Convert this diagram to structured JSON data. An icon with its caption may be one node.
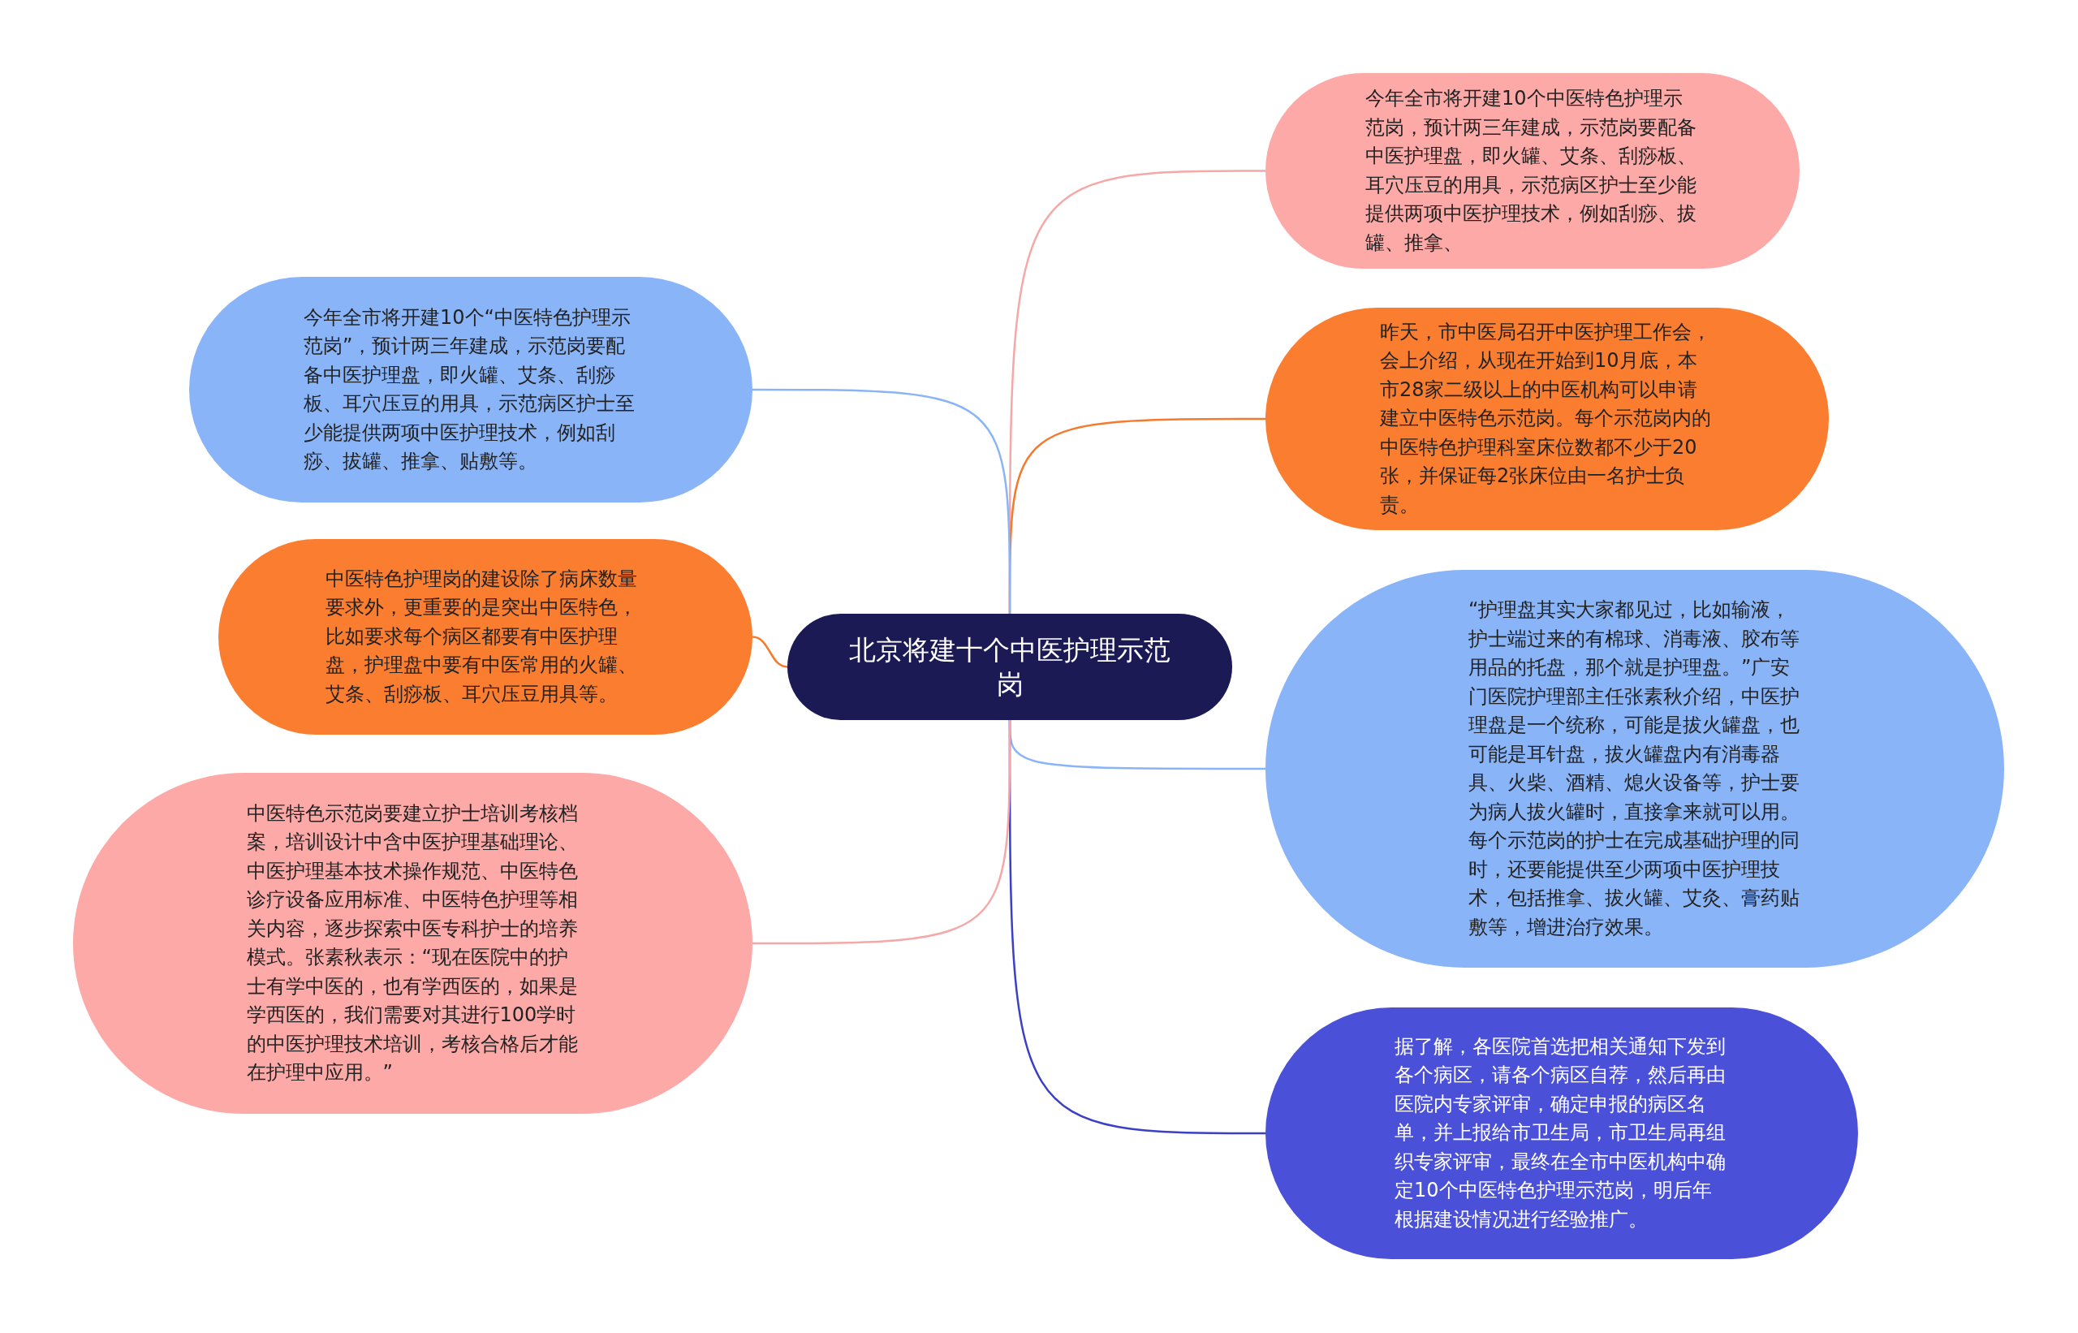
{
  "diagram": {
    "nodes": [
      {
        "text": [
          "北京将建十个中医护理示范岗"
        ]
      },
      {
        "text": [
          "今年全市将开建10个中医特色护理示范岗，预计两三年建成，示范岗要配备中医护理盘，即火罐、艾条、刮痧板、耳穴压豆的用具，示范病区护士至少能提供两项中医护理技术，例如刮痧、拔罐、推拿、"
        ]
      },
      {
        "text": [
          "昨天，市中医局召开中医护理工作会，会上介绍，从现在开始到10月底，本市28家二级以上的中医机构可以申请建立中医特色示范岗。每个示范岗内的中医特色护理科室床位数都不少于20张，并保证每2张床位由一名护士负责。"
        ]
      },
      {
        "text": [
          "“护理盘其实大家都见过，比如输液，护士端过来的有棉球、消毒液、胶布等用品的托盘，那个就是护理盘。”广安门医院护理部主任张素秋介绍，中医护理盘是一个统称，可能是拔火罐盘，也可能是耳针盘，拔火罐盘内有消毒器具、火柴、酒精、熄火设备等，护士要为病人拔火罐时，直接拿来就可以用。每个示范岗的护士在完成基础护理的同时，还要能提供至少两项中医护理技术，包括推拿、拔火罐、艾灸、膏药贴敷等，增进治疗效果。"
        ]
      },
      {
        "text": [
          "据了解，各医院首选把相关通知下发到各个病区，请各个病区自荐，然后再由医院内专家评审，确定申报的病区名单，并上报给市卫生局，市卫生局再组织专家评审，最终在全市中医机构中确定10个中医特色护理示范岗，明后年根据建设情况进行经验推广。"
        ]
      },
      {
        "text": [
          "今年全市将开建10个“中医特色护理示范岗”，预计两三年建成，示范岗要配备中医护理盘，即火罐、艾条、刮痧板、耳穴压豆的用具，示范病区护士至少能提供两项中医护理技术，例如刮痧、拔罐、推拿、贴敷等。"
        ]
      },
      {
        "text": [
          "中医特色护理岗的建设除了病床数量要求外，更重要的是突出中医特色，比如要求每个病区都要有中医护理盘，护理盘中要有中医常用的火罐、艾条、刮痧板、耳穴压豆用具等。"
        ]
      },
      {
        "text": [
          "中医特色示范岗要建立护士培训考核档案，培训设计中含中医护理基础理论、中医护理基本技术操作规范、中医特色诊疗设备应用标准、中医特色护理等相关内容，逐步探索中医专科护士的培养模式。张素秋表示：“现在医院中的护士有学中医的，也有学西医的，如果是学西医的，我们需要对其进行100学时的中医护理技术培训，考核合格后才能在护理中应用。”"
        ]
      }
    ],
    "edges": [
      {
        "from": 0,
        "to": 1,
        "arrow": "none",
        "color": "#f4a9a8"
      },
      {
        "from": 0,
        "to": 2,
        "arrow": "none",
        "color": "#f47b2e"
      },
      {
        "from": 0,
        "to": 3,
        "arrow": "none",
        "color": "#8ab4f8"
      },
      {
        "from": 0,
        "to": 4,
        "arrow": "none",
        "color": "#3b40c4"
      },
      {
        "from": 0,
        "to": 5,
        "arrow": "none",
        "color": "#8ab4f8"
      },
      {
        "from": 0,
        "to": 6,
        "arrow": "none",
        "color": "#f47b2e"
      },
      {
        "from": 0,
        "to": 7,
        "arrow": "none",
        "color": "#f4a9a8"
      }
    ]
  }
}
